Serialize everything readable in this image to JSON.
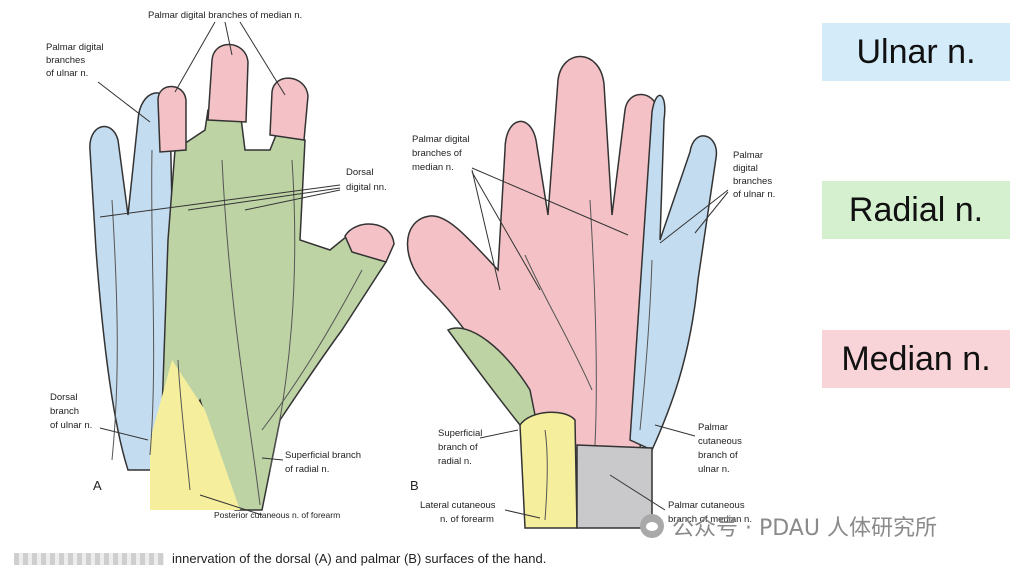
{
  "labels": {
    "palmar_digital_median_top": "Palmar digital branches of median n.",
    "palmar_digital_ulnar_left": [
      "Palmar digital",
      "branches",
      "of ulnar n."
    ],
    "dorsal_digital": [
      "Dorsal",
      "digital nn."
    ],
    "dorsal_branch_ulnar": [
      "Dorsal",
      "branch",
      "of ulnar n."
    ],
    "superficial_radial_a": [
      "Superficial branch",
      "of radial n."
    ],
    "posterior_cutaneous": "Posterior cutaneous n. of forearm",
    "panel_a": "A",
    "palmar_digital_median_b": [
      "Palmar digital",
      "branches of",
      "median n."
    ],
    "palmar_digital_ulnar_right": [
      "Palmar",
      "digital",
      "branches",
      "of ulnar n."
    ],
    "superficial_radial_b": [
      "Superficial",
      "branch of",
      "radial n."
    ],
    "palmar_cutaneous_ulnar": [
      "Palmar",
      "cutaneous",
      "branch of",
      "ulnar n."
    ],
    "lateral_cutaneous": [
      "Lateral cutaneous",
      "n. of forearm"
    ],
    "panel_b": "B",
    "palmar_cutaneous_median": [
      "Palmar cutaneous",
      "branch of median n."
    ]
  },
  "legend": {
    "ulnar": {
      "label": "Ulnar n.",
      "color": "#d4ebfa"
    },
    "radial": {
      "label": "Radial n.",
      "color": "#d5f0cf"
    },
    "median": {
      "label": "Median n.",
      "color": "#f8d3d8"
    }
  },
  "caption": "innervation of the dorsal (A) and palmar (B) surfaces of the hand.",
  "watermark": "公众号 · PDAU 人体研究所",
  "colors": {
    "ulnar_region": "#c4dcf0",
    "radial_region": "#bdd3a4",
    "median_region": "#f4c2c6",
    "lateral_cutaneous_region": "#f5ee9d",
    "palmar_cutaneous_median_region": "#c9c9cc",
    "outline": "#333333"
  }
}
